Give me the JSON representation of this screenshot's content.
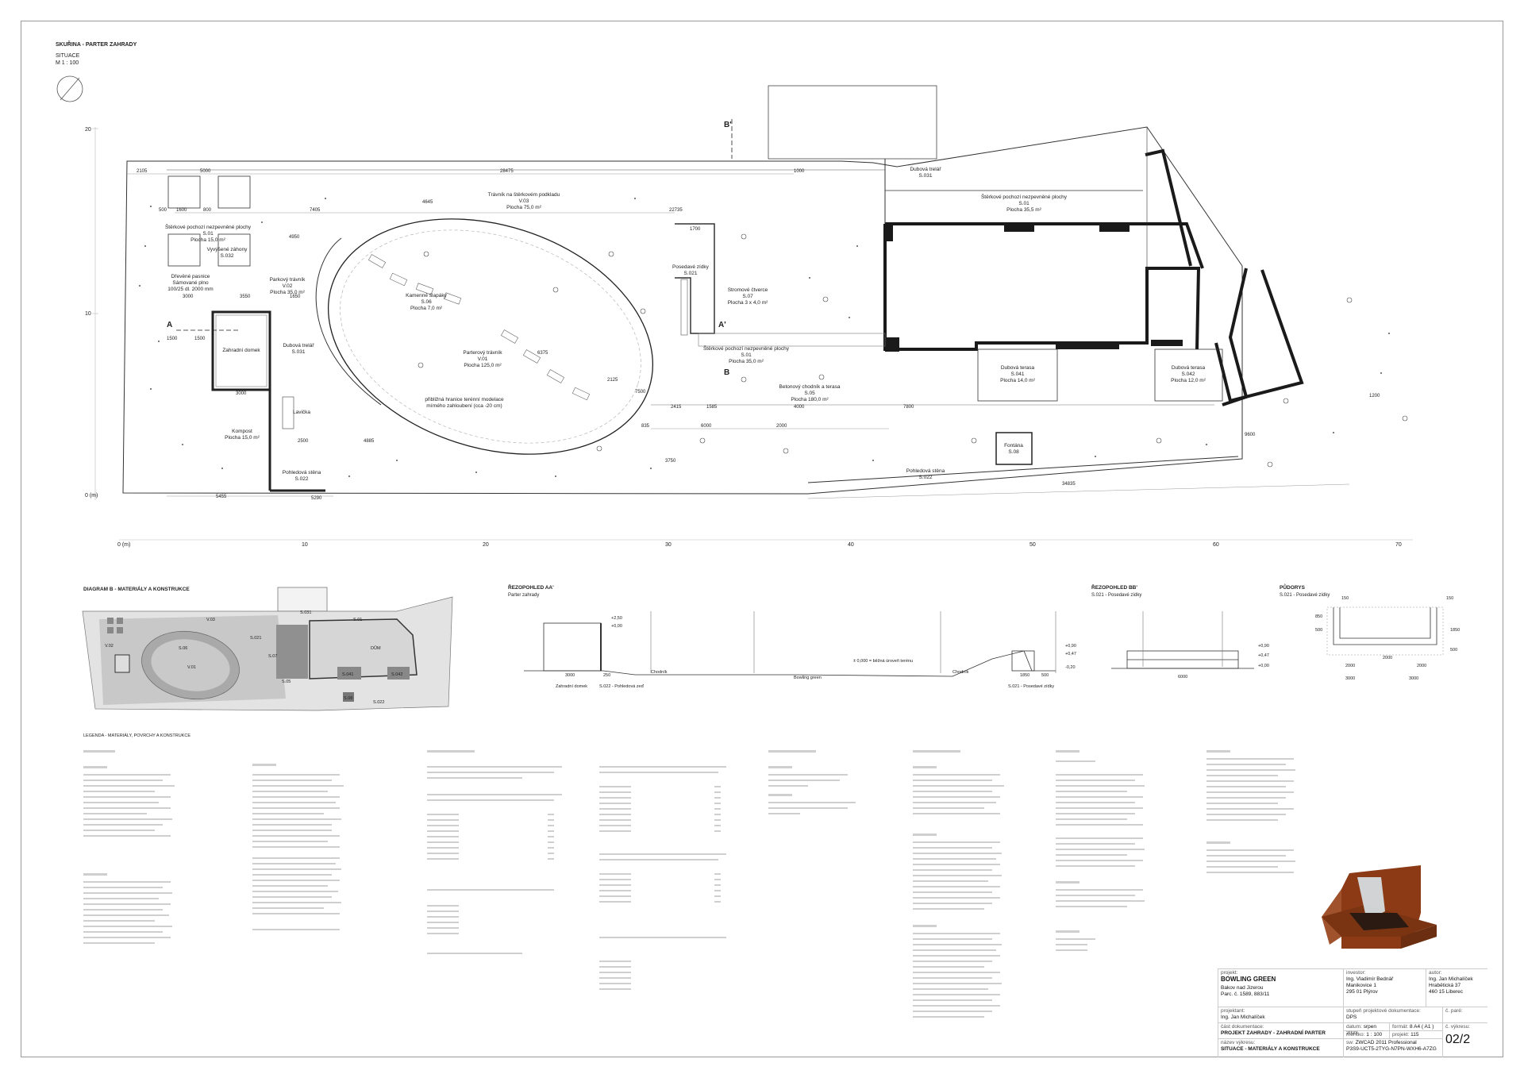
{
  "header": {
    "title": "SKUŘINA - PARTER ZAHRADY",
    "subtitle": "SITUACE",
    "scale": "M 1 : 100"
  },
  "plan": {
    "axis_y": [
      "20",
      "10",
      "0 (m)"
    ],
    "axis_x": [
      "0 (m)",
      "10",
      "20",
      "30",
      "40",
      "50",
      "60",
      "70"
    ],
    "section_marks": [
      "A",
      "A'",
      "B",
      "B'"
    ],
    "labels": [
      "Trávník na štěrkovém podkladu",
      "V.03",
      "Plocha 75,0 m²",
      "Štěrkové pochozí nezpevněné plochy",
      "S.01",
      "Plocha 35,5 m²",
      "Štěrkové pochozí nezpevněné plochy",
      "S.01",
      "Plocha 15,0 m²",
      "Vyvýšené záhony",
      "S.032",
      "Dřevěné pasnice",
      "Sámované plno",
      "100/25 dl. 2000 mm",
      "Parkový trávník",
      "V.02",
      "Plocha 35,0 m²",
      "Kamenné šlapáky",
      "S.06",
      "Plocha 7,0 m²",
      "Parterový trávník",
      "V.01",
      "Plocha 125,0 m²",
      "přibližná hranice terénní modelace",
      "mírného zahloubení (cca -20 cm)",
      "Zahradní domek",
      "Dubová trelář",
      "S.031",
      "Lavička",
      "Kompost",
      "Plocha 15,0 m²",
      "Pohledová stěna",
      "S.022",
      "Posedavé zídky",
      "S.021",
      "Stromové čtverce",
      "S.07",
      "Plocha 3 x 4,0 m²",
      "Štěrkové pochozí nezpevněné plochy",
      "S.01",
      "Plocha 35,0 m²",
      "Betonový chodník a terasa",
      "S.05",
      "Plocha 180,0 m²",
      "Dubová trelář",
      "S.031",
      "Dubová terasa",
      "S.041",
      "Plocha 14,0 m²",
      "Dubová terasa",
      "S.042",
      "Plocha 12,0 m²",
      "Fontána",
      "S.08",
      "Pohledová stěna",
      "S.022"
    ],
    "dims": {
      "d2105": "2105",
      "d5000": "5000",
      "d28475": "28475",
      "d1000": "1000",
      "d7405": "7405",
      "d4645": "4645",
      "d22735": "22735",
      "d4950": "4950",
      "d3000": "3000",
      "d3550": "3550",
      "d1650": "1650",
      "d1500": "1500",
      "d1500b": "1500",
      "d3000b": "3000",
      "d2500": "2500",
      "d4885": "4885",
      "d5455": "5455",
      "d5290": "5290",
      "d6000": "6000",
      "d2000": "2000",
      "d2415": "2415",
      "d1585": "1585",
      "d4000": "4000",
      "d7800": "7800",
      "d835": "835",
      "d34835": "34835",
      "d9600": "9600",
      "d2125": "2125",
      "d6375": "6375",
      "d7500": "7500",
      "d3750": "3750",
      "d1700": "1700",
      "d1600": "1600",
      "d800": "800",
      "d500": "500",
      "d1200": "1200"
    }
  },
  "diagram": {
    "title": "DIAGRAM B - MATERIÁLY A KONSTRUKCE",
    "tags": [
      "V.03",
      "S.01",
      "V.02",
      "V.01",
      "S.06",
      "S.021",
      "S.07",
      "S.05",
      "S.041",
      "S.042",
      "S.08",
      "S.022",
      "DŮM",
      "S.031"
    ]
  },
  "sections": {
    "aa_title": "ŘEZOPOHLED AA'",
    "aa_sub": "Parter zahrady",
    "aa_labels": [
      "Zahradní domek",
      "S.022 - Pohledová zeď",
      "Chodník",
      "Bowling green",
      "± 0,000 = běžná úroveň terénu",
      "Chodník",
      "S.021 - Posedavé zídky"
    ],
    "aa_levels": [
      "+2,50",
      "+0,00",
      "+0,90",
      "+0,47",
      "-0,20"
    ],
    "aa_dims": [
      "3000",
      "250",
      "1850",
      "500"
    ],
    "bb_title": "ŘEZOPOHLED BB'",
    "bb_sub": "S.021 - Posedavé zídky",
    "bb_levels": [
      "+0,90",
      "+0,47",
      "+0,00"
    ],
    "bb_dims": [
      "6000"
    ],
    "pud_title": "PŮDORYS",
    "pud_sub": "S.021 - Posedavé zídky",
    "pud_dims": [
      "150",
      "150",
      "850",
      "500",
      "500",
      "1850",
      "2000",
      "2000",
      "2000",
      "3000",
      "3000"
    ]
  },
  "legend": {
    "title": "LEGENDA - MATERIÁLY, POVRCHY A KONSTRUKCE"
  },
  "titleblock": {
    "projekt_lbl": "projekt:",
    "projekt": "BOWLING GREEN",
    "projekt_addr1": "Bakov nad Jizerou",
    "projekt_addr2": "Parc. č. 1589, 883/11",
    "investor_lbl": "investor:",
    "investor1": "Ing. Vladimír Bednář",
    "investor2": "Manikovice 1",
    "investor3": "295 01 Plýrov",
    "autor_lbl": "autor:",
    "autor1": "Ing. Jan Michalíček",
    "autor2": "Hrabětická 37",
    "autor3": "460 15 Liberec",
    "projektant_lbl": "projektant:",
    "projektant": "Ing. Jan Michalíček",
    "stupen_lbl": "stupeň projektové dokumentace:",
    "stupen": "DPS",
    "cpare_lbl": "č. paré:",
    "cast_lbl": "část dokumentace:",
    "cast": "PROJEKT ZAHRADY - ZAHRADNÍ PARTER",
    "datum_lbl": "datum:",
    "datum": "srpen 2023",
    "format_lbl": "formát:",
    "format": "8 A4  ( A1 )",
    "meritko_lbl": "měřítko:",
    "meritko": "1 : 100",
    "projekt_no_lbl": "projekt:",
    "projekt_no": "115",
    "nazev_lbl": "název výkresu:",
    "nazev": "SITUACE - MATERIÁLY A KONSTRUKCE",
    "sw_lbl": "sw:",
    "sw1": "ZWCAD 2011 Professional",
    "sw2": "P3S9-UCT5-2TYG-N7PN-WXH6-A7ZG",
    "cvykresu_lbl": "č. výkresu:",
    "cvykresu": "02/2"
  },
  "colors": {
    "wall": "#1a1a1a",
    "corten": "#a0522d",
    "diagram_fill": "#bdbdbd",
    "diagram_dark": "#808080"
  }
}
